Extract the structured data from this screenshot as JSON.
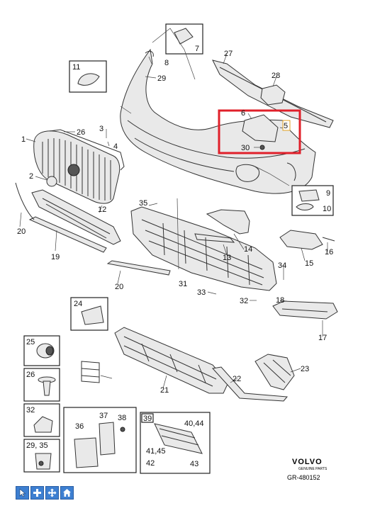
{
  "callouts": {
    "c1": "1",
    "c2": "2",
    "c3": "3",
    "c4": "4",
    "c5": "5",
    "c6": "6",
    "c7": "7",
    "c8": "8",
    "c9": "9",
    "c10": "10",
    "c11": "11",
    "c12": "12",
    "c13": "13",
    "c14": "14",
    "c15": "15",
    "c16": "16",
    "c17": "17",
    "c18": "18",
    "c19": "19",
    "c20a": "20",
    "c20b": "20",
    "c21": "21",
    "c22": "22",
    "c23": "23",
    "c24": "24",
    "c25": "25",
    "c26": "26",
    "c26b": "26",
    "c27": "27",
    "c28": "28",
    "c29": "29",
    "c30": "30",
    "c31": "31",
    "c32": "32",
    "c32b": "32",
    "c33": "33",
    "c34": "34",
    "c35": "35",
    "c2935": "29, 35",
    "c36": "36",
    "c37": "37",
    "c38": "38",
    "c39": "39",
    "c4044": "40,44",
    "c4145": "41,45",
    "c42": "42",
    "c43": "43"
  },
  "brand": {
    "logo": "VOLVO",
    "tagline": "GENUINE PARTS",
    "code": "GR-480152"
  },
  "highlight_color": "#e0202a",
  "toolbar": {
    "buttons": [
      {
        "name": "select-tool",
        "icon": "cursor-icon"
      },
      {
        "name": "zoom-in",
        "icon": "plus-icon"
      },
      {
        "name": "pan",
        "icon": "move-icon"
      },
      {
        "name": "home",
        "icon": "home-icon"
      }
    ]
  }
}
